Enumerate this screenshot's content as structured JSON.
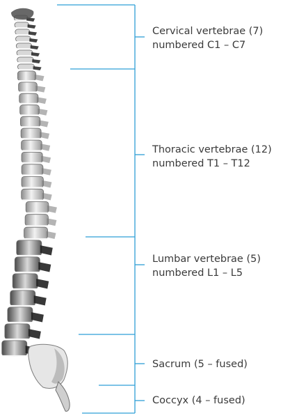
{
  "diagram": {
    "regions": [
      {
        "id": "cervical",
        "line1": "Cervical vertebrae (7)",
        "line2": "numbered C1 – C7"
      },
      {
        "id": "thoracic",
        "line1": "Thoracic vertebrae (12)",
        "line2": "numbered T1 – T12"
      },
      {
        "id": "lumbar",
        "line1": "Lumbar vertebrae (5)",
        "line2": "numbered L1 – L5"
      },
      {
        "id": "sacrum",
        "line1": "Sacrum (5 – fused)"
      },
      {
        "id": "coccyx",
        "line1": "Coccyx (4 – fused)"
      }
    ],
    "colors": {
      "bracket": "#2e9fd6",
      "label_text": "#3a3a3a",
      "bone_light": "#ededed",
      "bone_mid": "#bdbdbd",
      "bone_dark": "#3b3b3b"
    }
  }
}
